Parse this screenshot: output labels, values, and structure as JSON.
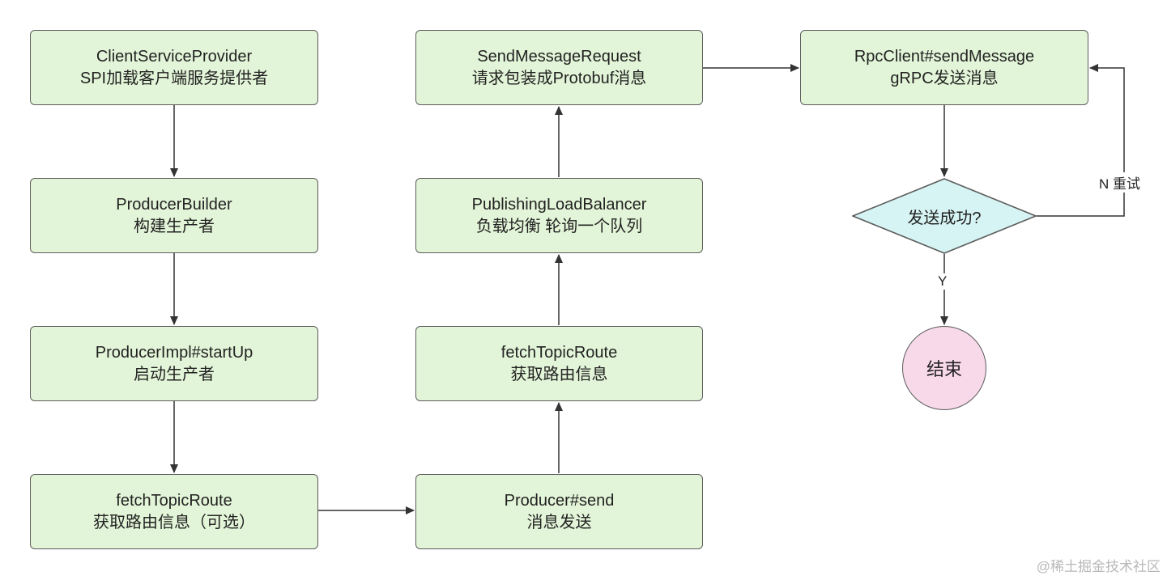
{
  "nodes": {
    "client_service_provider": {
      "line1": "ClientServiceProvider",
      "line2": "SPI加载客户端服务提供者"
    },
    "producer_builder": {
      "line1": "ProducerBuilder",
      "line2": "构建生产者"
    },
    "producer_impl_startup": {
      "line1": "ProducerImpl#startUp",
      "line2": "启动生产者"
    },
    "fetch_topic_route_optional": {
      "line1": "fetchTopicRoute",
      "line2": "获取路由信息（可选）"
    },
    "producer_send": {
      "line1": "Producer#send",
      "line2": "消息发送"
    },
    "fetch_topic_route": {
      "line1": "fetchTopicRoute",
      "line2": "获取路由信息"
    },
    "publishing_load_balancer": {
      "line1": "PublishingLoadBalancer",
      "line2": "负载均衡 轮询一个队列"
    },
    "send_message_request": {
      "line1": "SendMessageRequest",
      "line2": "请求包装成Protobuf消息"
    },
    "rpc_client_send_message": {
      "line1": "RpcClient#sendMessage",
      "line2": "gRPC发送消息"
    },
    "decision_send_success": {
      "label": "发送成功?"
    },
    "end": {
      "label": "结束"
    }
  },
  "edge_labels": {
    "retry": "N 重试",
    "yes": "Y"
  },
  "watermark": "@稀土掘金技术社区",
  "colors": {
    "process_fill": "#e3f5d8",
    "decision_fill": "#d7f4f4",
    "end_fill": "#f8d9ea",
    "stroke": "#5c5c5c",
    "arrow": "#333333"
  }
}
